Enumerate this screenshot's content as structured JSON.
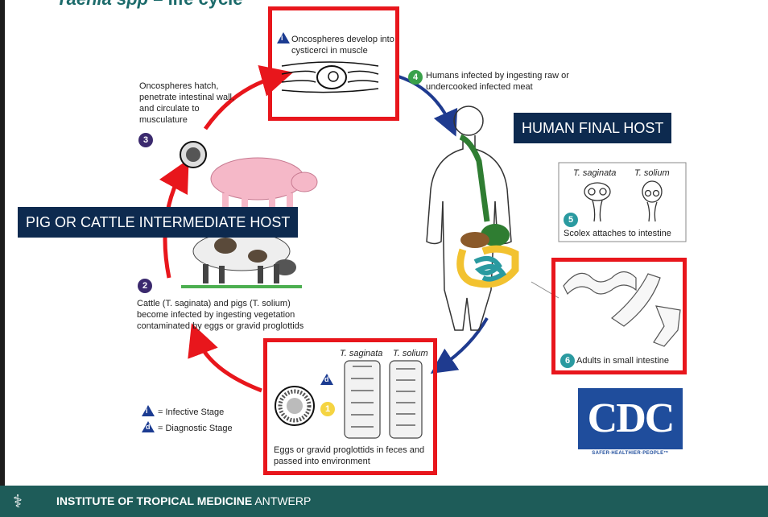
{
  "title": {
    "italic": "Taenia spp",
    "rest": " – life cycle"
  },
  "banners": {
    "human": "HUMAN FINAL HOST",
    "intermediate": "PIG OR CATTLE INTERMEDIATE HOST"
  },
  "steps": {
    "s1": "1",
    "s2": "2",
    "s3": "3",
    "s4": "4",
    "s5": "5",
    "s6": "6"
  },
  "labels": {
    "oncospheres_develop": "Oncospheres develop into cysticerci in muscle",
    "oncospheres_hatch": "Oncospheres hatch, penetrate intestinal wall, and circulate to musculature",
    "humans_infected": "Humans infected by ingesting raw or undercooked infected meat",
    "t_saginata": "T. saginata",
    "t_solium": "T. solium",
    "scolex": "Scolex attaches to intestine",
    "adults": "Adults in small intestine",
    "cattle_pigs": "Cattle (T. saginata) and pigs (T. solium) become infected by ingesting vegetation contaminated by eggs or gravid proglottids",
    "eggs": "Eggs or gravid proglottids in feces and passed into environment",
    "infective": "= Infective Stage",
    "diagnostic": "= Diagnostic Stage",
    "legend_i": "i",
    "legend_d": "d"
  },
  "logo": {
    "cdc": "CDC",
    "tagline": "SAFER·HEALTHIER·PEOPLE™"
  },
  "footer": {
    "bold": "INSTITUTE OF TROPICAL MEDICINE",
    "rest": " ANTWERP"
  },
  "colors": {
    "arrow_red": "#e8161c",
    "arrow_blue": "#1f3b8f",
    "footer": "#1e5c59",
    "banner": "#0d2a4f",
    "title": "#1c6b6b"
  }
}
